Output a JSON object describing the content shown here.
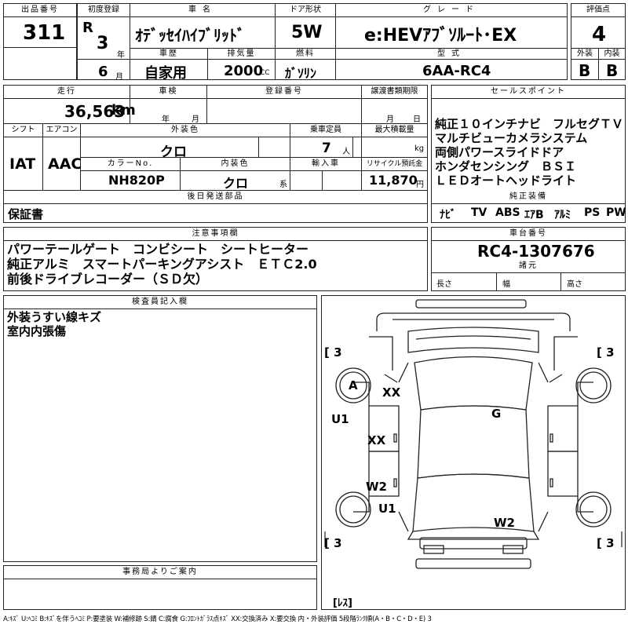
{
  "header": {
    "lot_no_label": "出品番号",
    "lot_no": "311",
    "first_reg_label": "初度登録",
    "era": "R",
    "year": "3",
    "year_unit": "年",
    "month": "6",
    "month_unit": "月",
    "car_name_label": "車名",
    "car_name": "ｵﾃﾞｯｾｲﾊｲﾌﾞﾘｯﾄﾞ",
    "door_label": "ドア形状",
    "door": "5W",
    "grade_label": "グレード",
    "grade": "e:HEVｱﾌﾞｿﾙｰﾄ･EX",
    "score_label": "評価点",
    "score": "4",
    "history_label": "車歴",
    "history": "自家用",
    "displacement_label": "排気量",
    "displacement": "2000",
    "displacement_unit": "CC",
    "fuel_label": "燃料",
    "fuel": "ｶﾞｿﾘﾝ",
    "model_label": "型式",
    "model": "6AA-RC4",
    "ext_label": "外装",
    "ext_grade": "B",
    "int_label": "内装",
    "int_grade": "B"
  },
  "mid": {
    "mileage_label": "走行",
    "mileage": "36,563",
    "mileage_unit": "km",
    "inspection_label": "車検",
    "insp_year_unit": "年",
    "insp_month_unit": "月",
    "reg_no_label": "登録番号",
    "transfer_label": "譲渡書類期限",
    "transfer_month_unit": "月",
    "transfer_day_unit": "日",
    "shift_label": "シフト",
    "shift": "IAT",
    "ac_label": "エアコン",
    "ac": "AAC",
    "ext_color_label": "外装色",
    "ext_color": "クロ",
    "capacity_label": "乗車定員",
    "capacity": "7",
    "capacity_unit": "人",
    "max_load_label": "最大積載量",
    "max_load_unit": "kg",
    "color_no_label": "カラーNo.",
    "color_no": "NH820P",
    "int_color_label": "内装色",
    "int_color": "クロ",
    "int_color_unit": "系",
    "import_label": "輸入車",
    "recycle_label": "リサイクル預託金",
    "recycle": "11,870",
    "recycle_unit": "円",
    "later_parts_label": "後日発送部品",
    "later_parts": "保証書"
  },
  "sales": {
    "label": "セールスポイント",
    "lines": [
      "純正１０インチナビ　フルセグＴＶ",
      "マルチビューカメラシステム",
      "両側パワースライドドア",
      "ホンダセンシング　ＢＳＩ",
      "ＬＥＤオートヘッドライト"
    ],
    "equip_label": "純正装備",
    "equip": [
      "ﾅﾋﾞ",
      "TV",
      "ABS",
      "ｴｱB",
      "ｱﾙﾐ",
      "PS",
      "PW"
    ]
  },
  "notes": {
    "label": "注意事項欄",
    "lines": [
      "パワーテールゲート　コンビシート　シートヒーター",
      "純正アルミ　スマートパーキングアシスト　ＥＴＣ2.0",
      "前後ドライブレコーダー（ＳＤ欠）"
    ]
  },
  "chassis": {
    "label": "車台番号",
    "number": "RC4-1307676",
    "spec_label": "諸元",
    "length_label": "長さ",
    "width_label": "幅",
    "height_label": "高さ"
  },
  "inspector": {
    "label": "検査員記入欄",
    "lines": [
      "外装うすい線キズ",
      "室内内張傷"
    ]
  },
  "office": {
    "label": "事務局よりご案内"
  },
  "diagram": {
    "tire_fl": "[ 3",
    "tire_fr": "[ 3",
    "tire_rl": "[ 3",
    "tire_rr": "[ 3",
    "spare": "[ﾚｽ]",
    "marks": [
      "A",
      "XX",
      "U1",
      "XX",
      "G",
      "W2",
      "U1",
      "W2"
    ]
  },
  "legend": "A:ｷｽﾞ U:ﾍｺﾐ B:ｷｽﾞを伴うﾍｺﾐ P:要塗装 W:補修跡 S:錆 C:腐食 G:ﾌﾛﾝﾄｶﾞﾗｽ点ｷｽﾞ XX:交換済み X:要交換 内・外装評価 5段階ﾗﾝｸ順(A・B・C・D・E) 3"
}
